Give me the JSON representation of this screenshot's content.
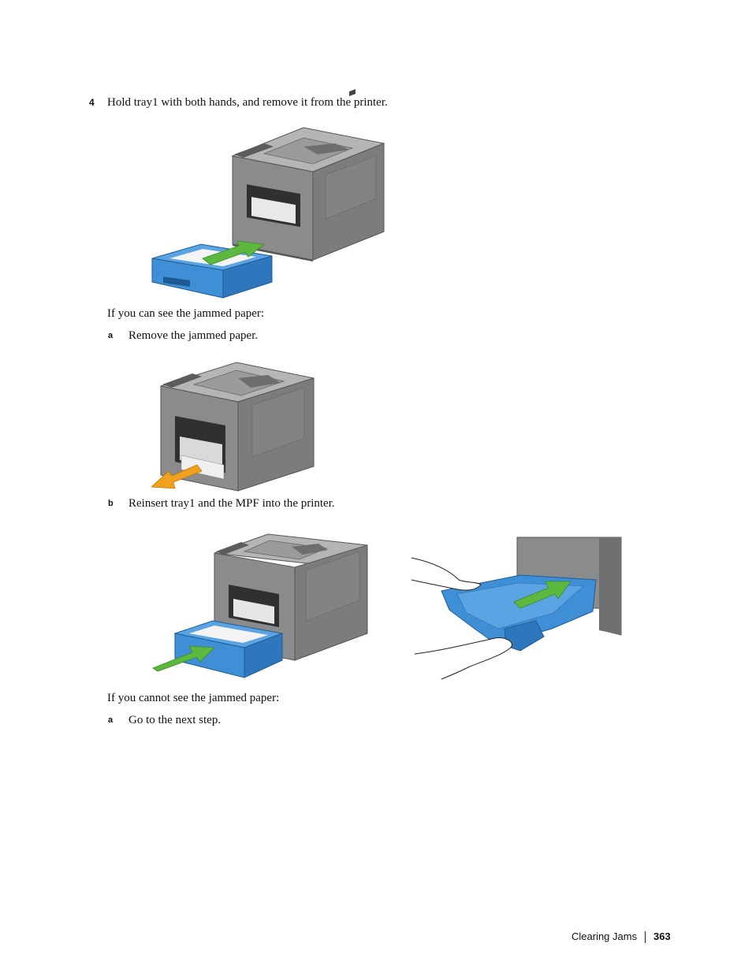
{
  "step4": {
    "number": "4",
    "text": "Hold tray1 with both hands, and remove it from the printer."
  },
  "if_see": {
    "text": "If you can see the jammed paper:"
  },
  "step_a1": {
    "letter": "a",
    "text": "Remove the jammed paper."
  },
  "step_b": {
    "letter": "b",
    "text": "Reinsert tray1 and the MPF into the printer."
  },
  "if_not_see": {
    "text": "If you cannot see the jammed paper:"
  },
  "step_a2": {
    "letter": "a",
    "text": "Go to the next step."
  },
  "footer": {
    "section": "Clearing Jams",
    "page": "363"
  },
  "colors": {
    "printer_body": "#8a8b8d",
    "printer_dark": "#5b5c5e",
    "printer_light": "#b4b5b7",
    "tray_blue": "#3e8fd6",
    "arrow_green": "#5cb83f",
    "arrow_orange": "#f0a21e"
  }
}
